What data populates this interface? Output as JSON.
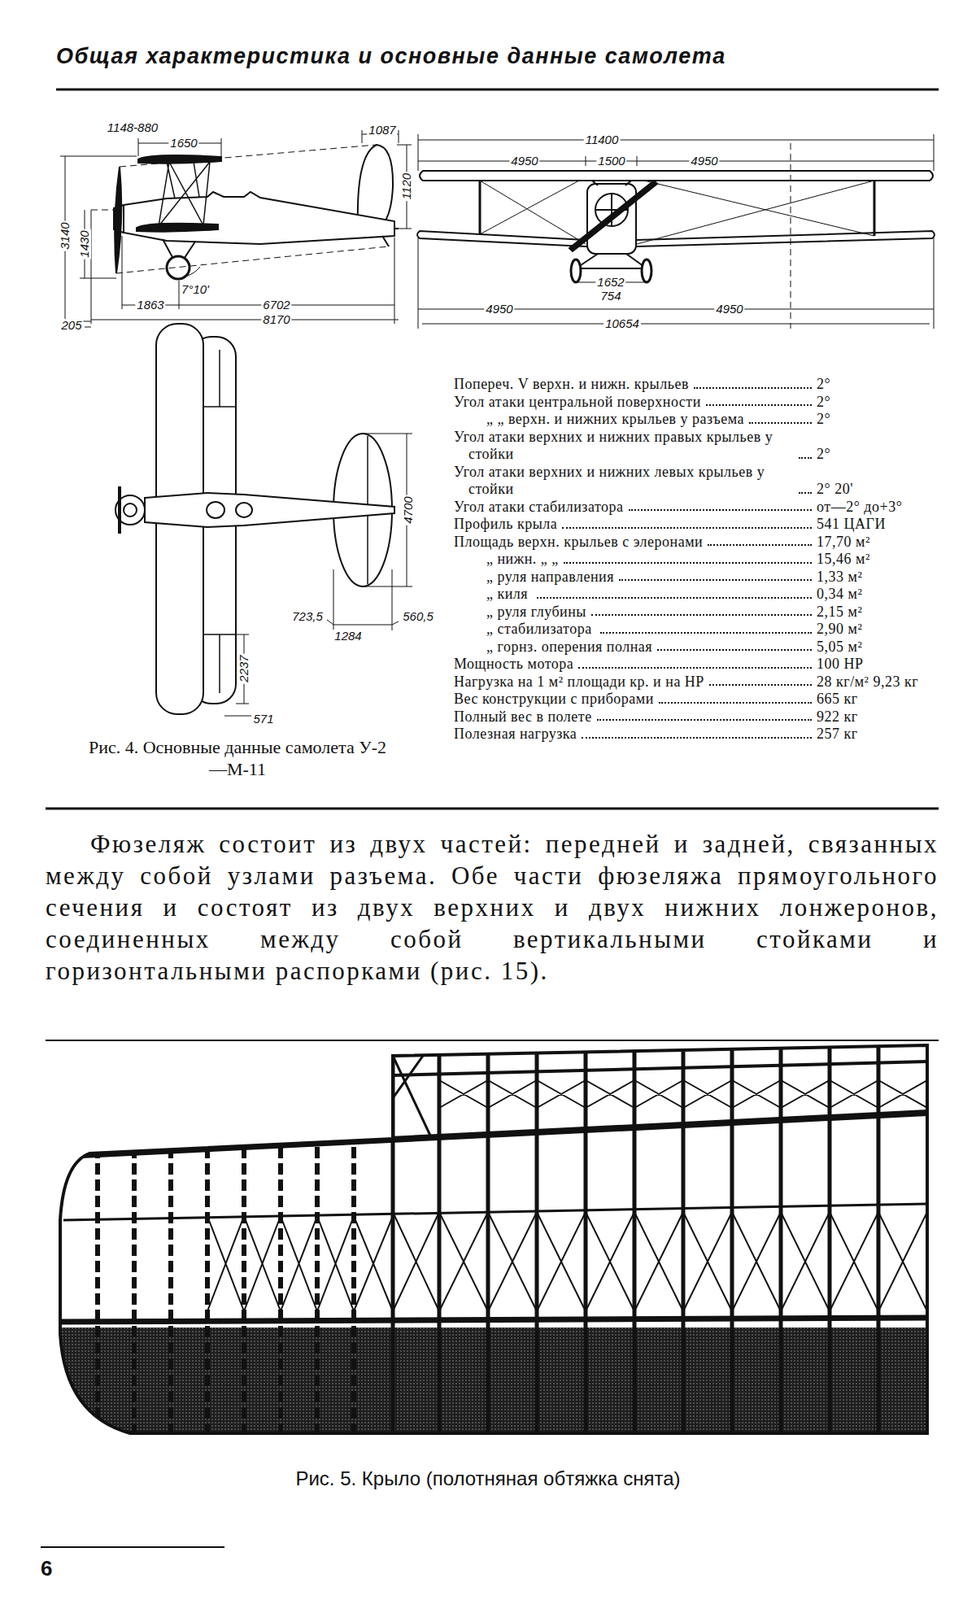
{
  "diagram": {
    "title": "Общая характеристика и основные данные самолета",
    "caption": "Рис. 4. Основные данные самолета У-2—М-11",
    "labels": [
      "1148-880",
      "1650",
      "1087",
      "1120",
      "3140",
      "1430",
      "7°10'",
      "205",
      "1863",
      "6702",
      "8170",
      "11400",
      "4950",
      "1500",
      "4950",
      "1652",
      "754",
      "4950",
      "4950",
      "10654",
      "4700",
      "723,5",
      "1284",
      "560,5",
      "2237",
      "571",
      "Попереч. V верхн. и нижн. крыльев",
      "2°",
      "Угол атаки центральной поверхности",
      "2°",
      "„ „ верхн. и нижних крыльев у разъема",
      "2°",
      "Угол атаки верхних и нижних правых крыльев у стойки",
      "2°",
      "Угол атаки верхних и нижних левых крыльев у стойки",
      "2° 20'",
      "Угол атаки стабилизатора",
      "от—2° до+3°",
      "Профиль крыла",
      "541 ЦАГИ",
      "Площадь верхн. крыльев с элеронами",
      "17,70 м²",
      "„ нижн. „ „",
      "15,46 м²",
      "„ руля направления",
      "1,33 м²",
      "„ киля",
      "0,34 м²",
      "„ руля глубины",
      "2,15 м²",
      "„ стабилизатора",
      "2,90 м²",
      "„ горнз. оперения полная",
      "5,05 м²",
      "Мощность мотора",
      "100 НР",
      "Нагрузка на 1 м² площади кр. и на НР",
      "28 кг/м² 9,23 кг",
      "Вес конструкции с приборами",
      "665 кг",
      "Полный вес в полете",
      "922 кг",
      "Полезная нагрузка",
      "257 кг",
      "Фюзеляж состоит из двух частей: передней и задней, связанных между собой узлами разъема. Обе части фюзеляжа прямоугольного сечения и состоят из двух верхних и двух нижних лонжеронов, соединенных между собой вертикальными стойками и горизонтальными распорками (рис. 15).",
      "Рис. 5. Крыло (полотняная обтяжка снята)",
      "6"
    ]
  }
}
